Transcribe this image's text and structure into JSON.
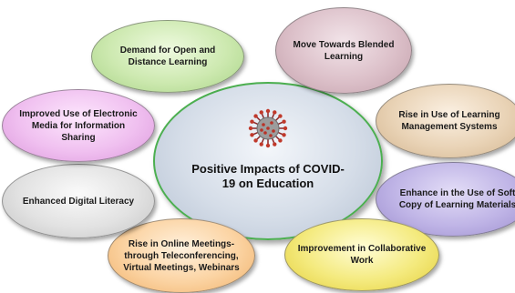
{
  "center": {
    "title": "Positive Impacts of COVID-19 on Education",
    "icon": "coronavirus-icon"
  },
  "nodes": [
    {
      "id": "open-distance-learning",
      "label": "Demand for Open and Distance Learning",
      "color": "#cde9b0"
    },
    {
      "id": "blended-learning",
      "label": "Move Towards Blended Learning",
      "color": "#dcc0c9"
    },
    {
      "id": "learning-management-systems",
      "label": "Rise in Use of Learning Management Systems",
      "color": "#e9d3b6"
    },
    {
      "id": "soft-copy-materials",
      "label": "Enhance in the Use of Soft Copy of Learning Materials",
      "color": "#bfb4e6"
    },
    {
      "id": "collaborative-work",
      "label": "Improvement in Collaborative Work",
      "color": "#f4ea7e"
    },
    {
      "id": "online-meetings",
      "label": "Rise in Online Meetings- through Teleconferencing, Virtual Meetings, Webinars",
      "color": "#fbd3a2"
    },
    {
      "id": "digital-literacy",
      "label": "Enhanced Digital Literacy",
      "color": "#e2e2e2"
    },
    {
      "id": "electronic-media",
      "label": "Improved Use of Electronic Media for Information Sharing",
      "color": "#f0c0f0"
    }
  ]
}
